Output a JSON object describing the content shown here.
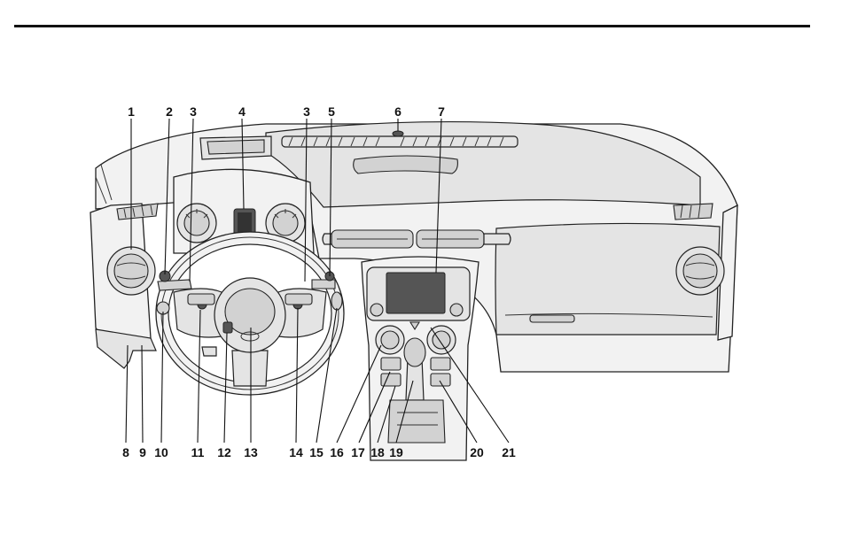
{
  "callouts": {
    "top": [
      "1",
      "2",
      "3",
      "4",
      "3",
      "5",
      "6",
      "7"
    ],
    "bottom": [
      "8",
      "9",
      "10",
      "11",
      "12",
      "13",
      "14",
      "15",
      "16",
      "17",
      "18",
      "19",
      "20",
      "21"
    ]
  }
}
